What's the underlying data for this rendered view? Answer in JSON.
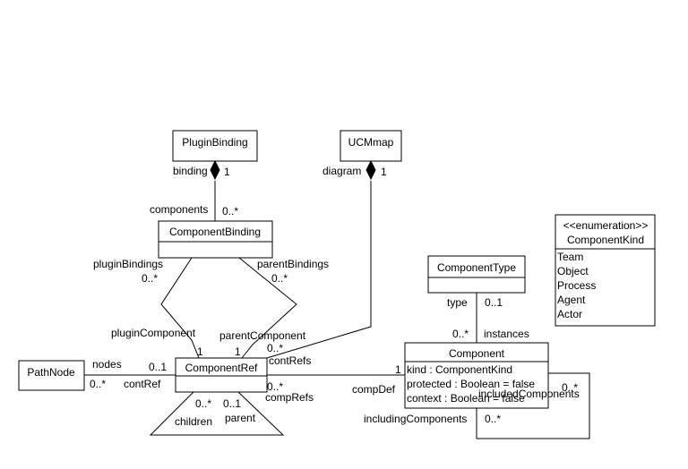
{
  "classes": {
    "plugin_binding": {
      "name": "PluginBinding"
    },
    "ucm_map": {
      "name": "UCMmap"
    },
    "component_binding": {
      "name": "ComponentBinding"
    },
    "component_type": {
      "name": "ComponentType"
    },
    "component_kind": {
      "stereotype": "<<enumeration>>",
      "name": "ComponentKind",
      "literals": [
        "Team",
        "Object",
        "Process",
        "Agent",
        "Actor"
      ]
    },
    "path_node": {
      "name": "PathNode"
    },
    "component_ref": {
      "name": "ComponentRef"
    },
    "component": {
      "name": "Component",
      "attributes": [
        "kind : ComponentKind",
        "protected : Boolean = false",
        "context : Boolean = false"
      ]
    }
  },
  "labels": {
    "binding": "binding",
    "binding_mult": "1",
    "diagram": "diagram",
    "diagram_mult": "1",
    "components": "components",
    "components_mult": "0..*",
    "plugin_bindings": "pluginBindings",
    "plugin_bindings_mult": "0..*",
    "parent_bindings": "parentBindings",
    "parent_bindings_mult": "0..*",
    "type": "type",
    "type_mult": "0..1",
    "instances": "instances",
    "instances_mult": "0..*",
    "plugin_component": "pluginComponent",
    "plugin_component_mult": "1",
    "parent_component": "parentComponent",
    "parent_component_mult": "1",
    "cont_refs_mult": "0..*",
    "cont_refs": "contRefs",
    "nodes": "nodes",
    "nodes_mult": "0..1",
    "cont_ref_mult": "0..*",
    "cont_ref": "contRef",
    "comp_refs_mult": "0..*",
    "comp_refs": "compRefs",
    "comp_def": "compDef",
    "comp_def_mult": "1",
    "children_mult": "0..*",
    "children": "children",
    "parent_mult": "0..1",
    "parent": "parent",
    "included_components": "includedComponents",
    "included_components_mult": "0..*",
    "including_components": "includingComponents",
    "including_components_mult": "0..*"
  }
}
